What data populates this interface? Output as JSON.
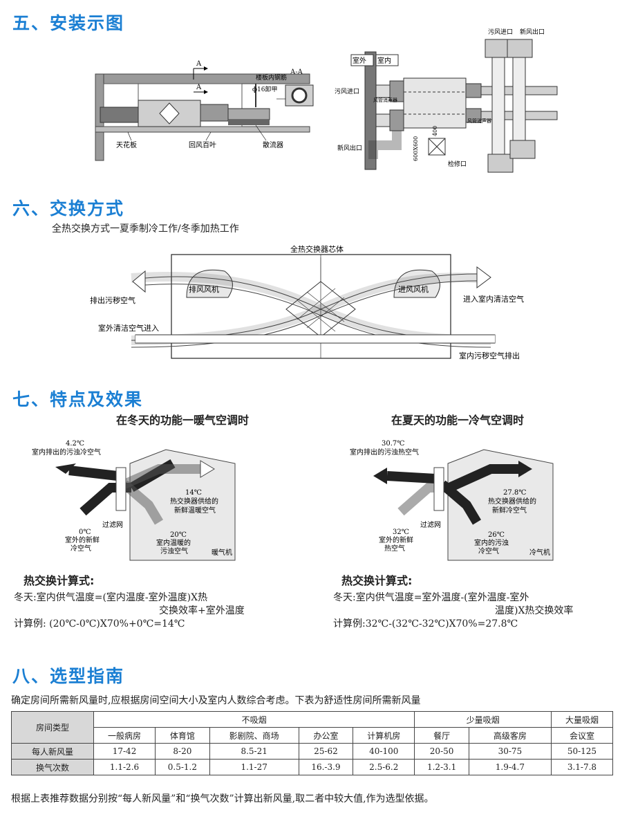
{
  "section5": {
    "title": "五、安装示图",
    "diagram1": {
      "a_mark_1": "A",
      "a_mark_2": "A",
      "aa": "A-A",
      "rebar": "楼板内钢筋",
      "bolt": "ф16卸甲",
      "ceiling": "天花板",
      "louver": "回风百叶",
      "diffuser": "散流器"
    },
    "diagram2": {
      "outdoor": "室外",
      "indoor": "室内",
      "dirty_in_top": "污风进口",
      "fresh_out_top": "新风出口",
      "dirty_in_left": "污风进口",
      "fresh_out_left": "新风出口",
      "muffler1": "风管消声器",
      "muffler2": "风管消声器",
      "dim400": "400",
      "dim600": "600X600",
      "access": "检修口"
    }
  },
  "section6": {
    "title": "六、交换方式",
    "subtitle": "全热交换方式一夏季制冷工作/冬季加热工作",
    "core": "全热交换器芯体",
    "exhaust_fan": "排风风机",
    "supply_fan": "进风风机",
    "discharge_dirty": "排出污秽空气",
    "supply_clean": "进入室内清洁空气",
    "outdoor_clean_in": "室外清洁空气进入",
    "indoor_dirty_out": "室内污秽空气排出"
  },
  "section7": {
    "title": "七、特点及效果",
    "winter": {
      "heading": "在冬天的功能一暖气空调时",
      "t_exhaust": "4.2℃",
      "exhaust_label": "室内排出的污浊冷空气",
      "t_supply": "14℃",
      "supply_label_1": "热交换器供给的",
      "supply_label_2": "新鲜温暖空气",
      "filter": "过滤网",
      "t_out": "0℃",
      "out_label_1": "室外的新鲜",
      "out_label_2": "冷空气",
      "t_in": "20℃",
      "in_label_1": "室内温暖的",
      "in_label_2": "污浊空气",
      "machine": "暖气机",
      "calc_title": "热交换计算式:",
      "formula_1": "冬天:室内供气温度=(室内温度-室外温度)X热",
      "formula_2": "交换效率+室外温度",
      "example": "计算例: (20℃-0℃)X70%+0℃=14℃"
    },
    "summer": {
      "heading": "在夏天的功能一冷气空调时",
      "t_exhaust": "30.7℃",
      "exhaust_label": "室内排出的污浊热空气",
      "t_supply": "27.8℃",
      "supply_label_1": "热交换器供给的",
      "supply_label_2": "新鲜冷空气",
      "filter": "过滤网",
      "t_out": "32℃",
      "out_label_1": "室外的新鲜",
      "out_label_2": "热空气",
      "t_in": "26℃",
      "in_label_1": "室内的污浊",
      "in_label_2": "冷空气",
      "machine": "冷气机",
      "calc_title": "热交换计算式:",
      "formula_1": "冬天:室内供气温度=室外温度-(室外温度-室外",
      "formula_2": "温度)X热交换效率",
      "example": "计算例:32℃-(32℃-32℃)X70%=27.8℃"
    }
  },
  "section8": {
    "title": "八、选型指南",
    "intro": "确定房间所需新风量时,应根据房间空间大小及室内人数综合考虑。下表为舒适性房间所需新风量",
    "table": {
      "room_type": "房间类型",
      "groups": [
        "不吸烟",
        "少量吸烟",
        "大量吸烟"
      ],
      "rooms": [
        "一般病房",
        "体育馆",
        "影剧院、商场",
        "办公室",
        "计算机房",
        "餐厅",
        "高级客房",
        "会议室"
      ],
      "rows": [
        {
          "label": "每人新风量",
          "values": [
            "17-42",
            "8-20",
            "8.5-21",
            "25-62",
            "40-100",
            "20-50",
            "30-75",
            "50-125"
          ]
        },
        {
          "label": "换气次数",
          "values": [
            "1.1-2.6",
            "0.5-1.2",
            "1.1-27",
            "16.-3.9",
            "2.5-6.2",
            "1.2-3.1",
            "1.9-4.7",
            "3.1-7.8"
          ]
        }
      ]
    },
    "footer": "根据上表推荐数据分别按“每人新风量”和“换气次数”计算出新风量,取二者中较大值,作为选型依据。"
  }
}
